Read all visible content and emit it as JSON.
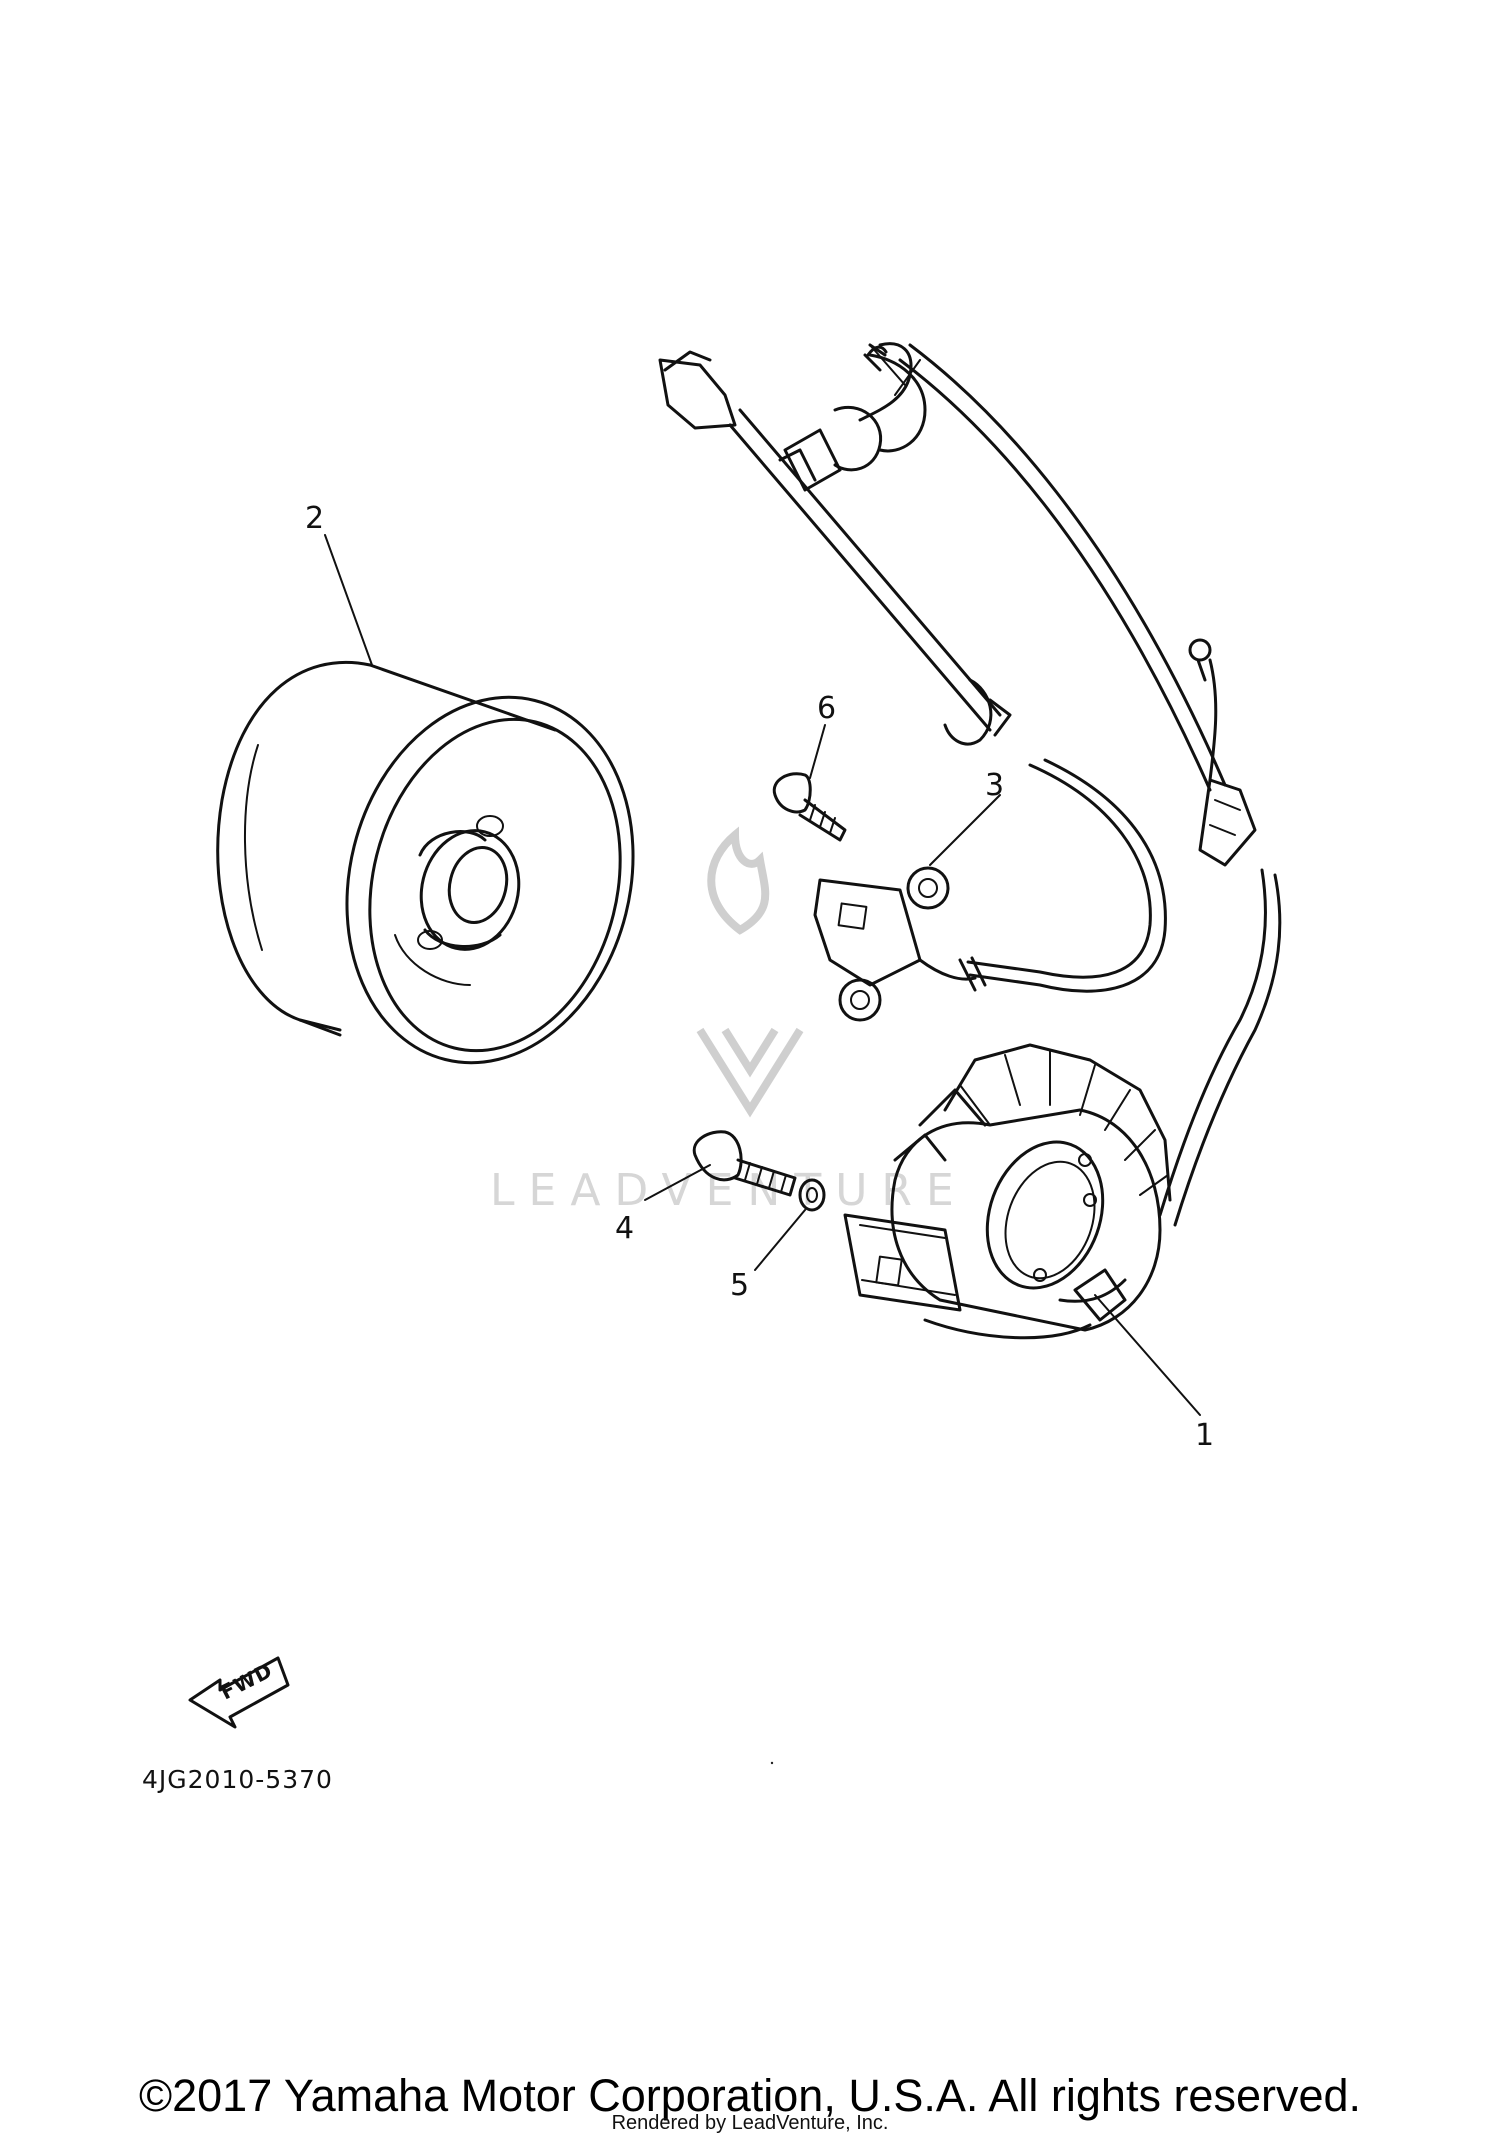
{
  "diagram": {
    "callouts": [
      {
        "id": "1",
        "label": "1"
      },
      {
        "id": "2",
        "label": "2"
      },
      {
        "id": "3",
        "label": "3"
      },
      {
        "id": "4",
        "label": "4"
      },
      {
        "id": "5",
        "label": "5"
      },
      {
        "id": "6",
        "label": "6"
      }
    ],
    "fwd_label": "FWD",
    "diagram_code": "4JG2010-5370",
    "watermark_text": "LEADVENTURE"
  },
  "footer": {
    "copyright": "©2017 Yamaha Motor Corporation, U.S.A. All rights reserved.",
    "rendered_by": "Rendered by LeadVenture, Inc."
  }
}
